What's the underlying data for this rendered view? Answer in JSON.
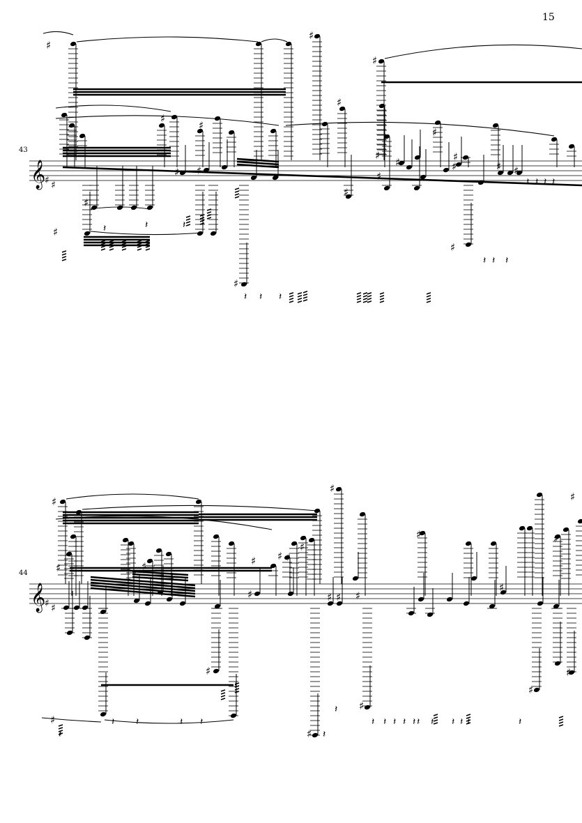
{
  "page_number": "15",
  "systems": [
    {
      "measure_number": "43",
      "clef": "treble",
      "key_signature": "F#, C#"
    },
    {
      "measure_number": "44",
      "clef": "treble",
      "key_signature": "F#, C#"
    }
  ],
  "colors": {
    "ink": "#000000",
    "paper": "#ffffff"
  }
}
